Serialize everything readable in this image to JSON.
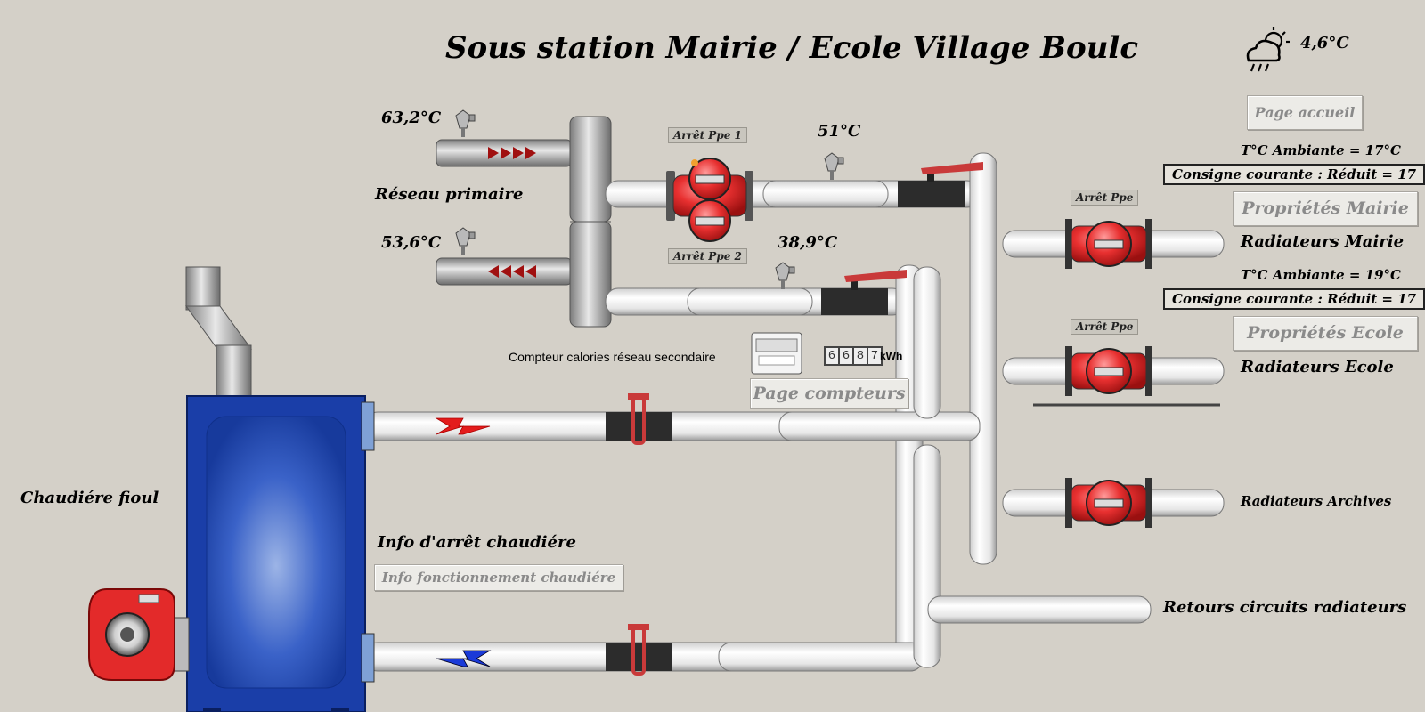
{
  "page": {
    "title": "Sous station Mairie / Ecole Village Boulc"
  },
  "weather": {
    "icon": "cloud-rain-sun-icon",
    "temperature": "4,6°C"
  },
  "primary_network": {
    "label": "Réseau primaire",
    "supply_temp": "63,2°C",
    "return_temp": "53,6°C"
  },
  "pumps_primary": {
    "pump1_tag": "Arrêt Ppe 1",
    "pump2_tag": "Arrêt Ppe 2"
  },
  "secondary": {
    "supply_temp": "51°C",
    "return_temp": "38,9°C",
    "meter_label": "Compteur calories réseau secondaire",
    "meter_digits": [
      "6",
      "6",
      "8",
      "7"
    ],
    "meter_unit": "kWh",
    "meter_button": "Page compteurs"
  },
  "nav": {
    "home_button": "Page accueil"
  },
  "mairie": {
    "ambient": "T°C Ambiante =  17°C",
    "setpoint": "Consigne courante : Réduit = 17",
    "properties_button": "Propriétés Mairie",
    "pump_tag": "Arrêt Ppe",
    "circuit_label": "Radiateurs Mairie"
  },
  "ecole": {
    "ambient": "T°C Ambiante =  19°C",
    "setpoint": "Consigne courante : Réduit = 17",
    "properties_button": "Propriétés Ecole",
    "pump_tag": "Arrêt Ppe",
    "circuit_label": "Radiateurs Ecole"
  },
  "archives": {
    "circuit_label": "Radiateurs Archives"
  },
  "returns": {
    "label": "Retours circuits radiateurs"
  },
  "boiler": {
    "label": "Chaudiére fioul",
    "stop_info": "Info d'arrêt chaudiére",
    "status_button": "Info fonctionnement chaudiére"
  },
  "colors": {
    "background": "#d4d0c8",
    "pump_red": "#e32a2a",
    "boiler_blue": "#1a3ea8",
    "hot_arrow": "#e31c1c",
    "cold_arrow": "#1a3ad8",
    "primary_arrow": "#a01010"
  }
}
